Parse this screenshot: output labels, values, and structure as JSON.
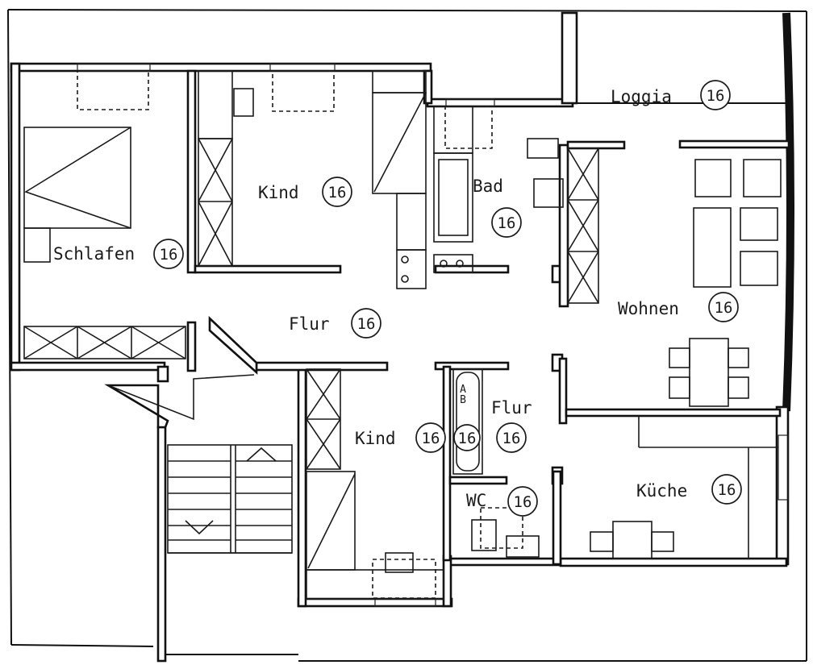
{
  "rooms": {
    "schlafen": {
      "name": "Schlafen",
      "number": "16"
    },
    "kind_top": {
      "name": "Kind",
      "number": "16"
    },
    "bad": {
      "name": "Bad",
      "number": "16"
    },
    "loggia": {
      "name": "Loggia",
      "number": "16"
    },
    "wohnen": {
      "name": "Wohnen",
      "number": "16"
    },
    "flur_main": {
      "name": "Flur",
      "number": "16"
    },
    "kind_bottom": {
      "name": "Kind",
      "number": "16",
      "number2": "16"
    },
    "flur_small": {
      "name": "Flur",
      "number": "16"
    },
    "wc": {
      "name": "WC",
      "number": "16"
    },
    "kueche": {
      "name": "Küche",
      "number": "16"
    }
  },
  "marks": {
    "a": "A",
    "b": "B"
  }
}
